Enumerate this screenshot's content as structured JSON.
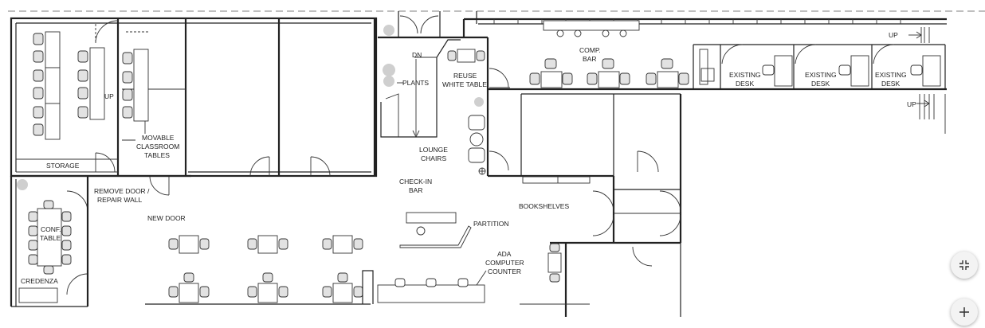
{
  "labels": {
    "storage": "STORAGE",
    "up_left": "UP",
    "movable_1": "MOVABLE",
    "movable_2": "CLASSROOM",
    "movable_3": "TABLES",
    "remove_door_1": "REMOVE DOOR /",
    "remove_door_2": "REPAIR WALL",
    "new_door": "NEW DOOR",
    "conf_1": "CONF.",
    "conf_2": "TABLE",
    "credenza": "CREDENZA",
    "dn": "DN",
    "plants": "PLANTS",
    "reuse_1": "REUSE",
    "reuse_2": "WHITE TABLE",
    "lounge_1": "LOUNGE",
    "lounge_2": "CHAIRS",
    "checkin_1": "CHECK-IN",
    "checkin_2": "BAR",
    "partition": "PARTITION",
    "ada_1": "ADA",
    "ada_2": "COMPUTER",
    "ada_3": "COUNTER",
    "bookshelves": "BOOKSHELVES",
    "comp_1": "COMP.",
    "comp_2": "BAR",
    "existing_desk_1": "EXISTING",
    "existing_desk_2": "DESK",
    "up_right_1": "UP",
    "up_right_2": "UP"
  },
  "controls": {
    "collapse_icon": "collapse-icon",
    "zoom_in_icon": "plus-icon"
  }
}
